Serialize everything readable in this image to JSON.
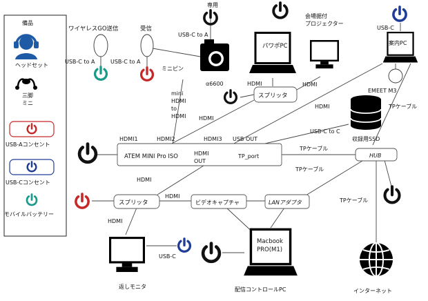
{
  "legend": {
    "title": "備品",
    "headset_label": "ヘッドセット",
    "tripod_label_1": "三脚",
    "tripod_label_2": "ミニ",
    "usb_a_label": "USB-Aコンセント",
    "usb_c_label": "USB-Cコンセント",
    "battery_label": "モバイルバッテリー"
  },
  "colors": {
    "usb_a": "#c62828",
    "usb_c": "#1f3c96",
    "battery": "#1a9a8a",
    "power": "#111111",
    "headset": "#1f5aa6"
  },
  "devices": {
    "wireless_go": "ワイヤレスGO送信",
    "receiver": "受信",
    "camera_tag": "専用",
    "camera_name": "α6600",
    "power_pc": "パワポPC",
    "projector_1": "会場据付",
    "projector_2": "プロジェクター",
    "guide_pc": "案内PC",
    "emeet": "EMEET M3",
    "splitter_top": "スプリッタ",
    "ssd": "収録用SSD",
    "atem": "ATEM MINI Pro ISO",
    "atem_hdmi_out_1": "HDMI",
    "atem_hdmi_out_2": "OUT",
    "atem_tp_port": "TP_port",
    "hub": "HUB",
    "splitter_bottom": "スプリッタ",
    "capture": "ビデオキャプチャ",
    "lan_adapter": "LANアダプタ",
    "macbook_1": "Macbook",
    "macbook_2": "PRO(M1)",
    "return_monitor": "返しモニタ",
    "control_pc": "配信コントロールPC",
    "internet": "インターネット"
  },
  "labels": {
    "usbc_to_a_1": "USB-C to A",
    "usbc_to_a_2": "USB-C to A",
    "usbc_to_a_cam": "USB-C to A",
    "usb_c_guide": "USB-C",
    "minipin": "ミニピン",
    "mini_hdmi_1": "mini",
    "mini_hdmi_2": "HDMI",
    "mini_hdmi_3": "to",
    "mini_hdmi_4": "HDMI",
    "hdmi_pc": "HDMI",
    "hdmi_proj": "HDMI",
    "hdmi_mid": "HDMI",
    "hdmi_guide": "HDMI",
    "tp_cable_guide": "TPケーブル",
    "hdmi1": "HDMI1",
    "hdmi2": "HDMI2",
    "hdmi3": "HDMI3",
    "usb_out": "USB OUT",
    "usbc_to_c": "USB-C to C",
    "tp_cable_atem": "TPケーブル",
    "tp_cable_lan": "TPケーブル",
    "tp_cable_net": "TPケーブル",
    "hdmi_out_split": "HDMI",
    "hdmi_split_cap": "HDMI",
    "hdmi_monitor": "HDMI",
    "usb_c_monitor": "USB-C"
  }
}
